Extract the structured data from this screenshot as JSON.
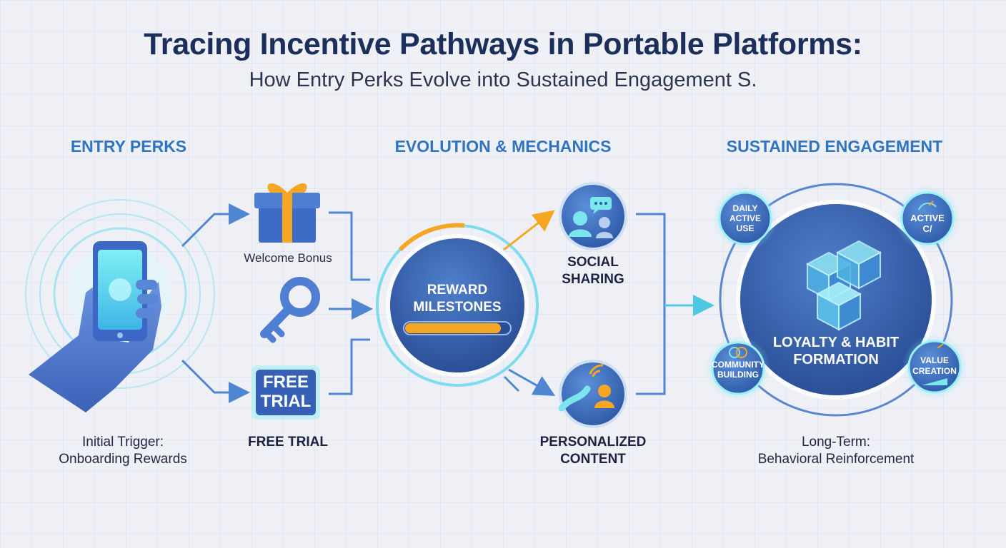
{
  "title": "Tracing Incentive Pathways in Portable Platforms:",
  "subtitle": "How Entry Perks Evolve into Sustained Engagement S.",
  "sections": {
    "entry": "ENTRY PERKS",
    "evolution": "EVOLUTION & MECHANICS",
    "sustained": "SUSTAINED ENGAGEMENT"
  },
  "entry_caption": {
    "line1": "Initial Trigger:",
    "line2": "Onboarding Rewards"
  },
  "perks": {
    "welcome_bonus": "Welcome Bonus",
    "free_trial_badge_line1": "FREE",
    "free_trial_badge_line2": "TRIAL",
    "free_trial": "FREE TRIAL"
  },
  "milestones": {
    "line1": "REWARD",
    "line2": "MILESTONES",
    "progress": 0.92
  },
  "mechanics": {
    "social_line1": "SOCIAL",
    "social_line2": "SHARING",
    "personal_line1": "PERSONALIZED",
    "personal_line2": "CONTENT"
  },
  "loyalty": {
    "center_line1": "LOYALTY & HABIT",
    "center_line2": "FORMATION",
    "daily_line1": "DAILY",
    "daily_line2": "ACTIVE",
    "daily_line3": "USE",
    "active_line1": "ACTIVE",
    "active_line2": "C/",
    "community_line1": "COMMUNITY",
    "community_line2": "BUILDING",
    "value_line1": "VALUE",
    "value_line2": "CREATION"
  },
  "long_term_caption": {
    "line1": "Long-Term:",
    "line2": "Behavioral Reinforcement"
  },
  "colors": {
    "title": "#1b2f5a",
    "section": "#2f74c0",
    "node_blue": "#3a6fc2",
    "accent_orange": "#f5a623",
    "accent_cyan": "#5fd6ea"
  },
  "icons": [
    "phone-hand-icon",
    "gift-icon",
    "key-icon",
    "free-trial-badge-icon",
    "chat-people-icon",
    "personalized-user-icon",
    "cube-stack-icon",
    "gauge-icon",
    "link-rings-icon",
    "growth-chart-icon"
  ]
}
